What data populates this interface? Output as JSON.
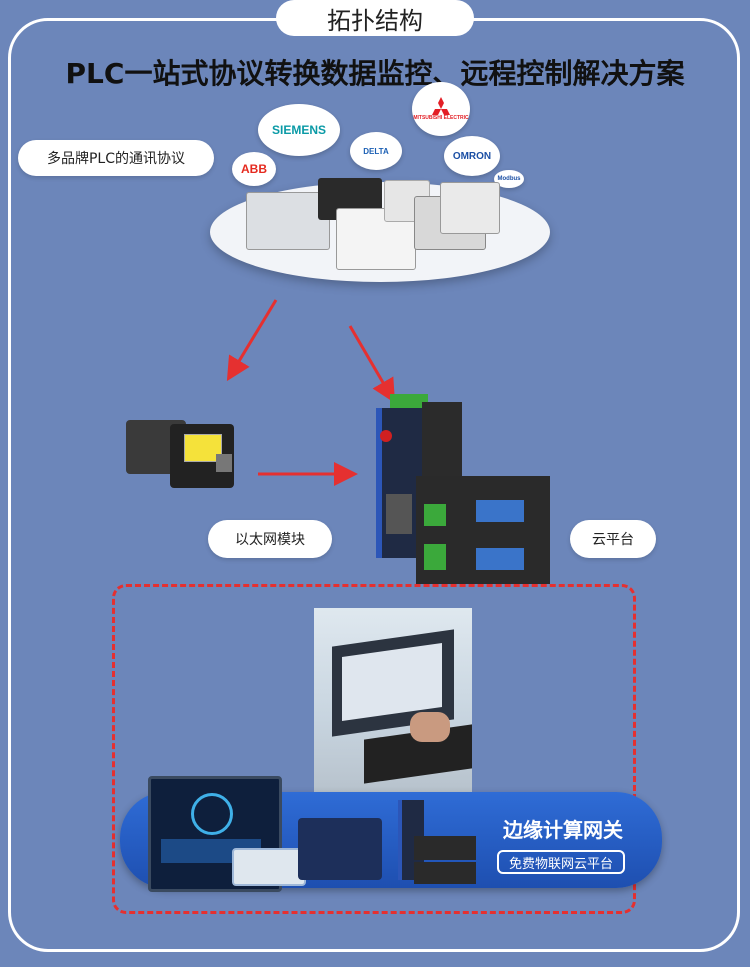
{
  "page": {
    "section_title": "拓扑结构",
    "headline": "PLC一站式协议转换数据监控、远程控制解决方案"
  },
  "bubbles": {
    "plc_brands": "多品牌PLC的通讯协议",
    "ethernet_module": "以太网模块",
    "cloud_platform": "云平台"
  },
  "brand_clouds": {
    "abb": "ABB",
    "siemens": "SIEMENS",
    "delta": "DELTA",
    "mitsubishi": "MITSUBISHI ELECTRIC",
    "omron": "OMRON",
    "modbus": "Modbus"
  },
  "banner": {
    "title": "边缘计算网关",
    "button": "免费物联网云平台"
  },
  "colors": {
    "background": "#6c86ba",
    "arrow": "#e53030",
    "frame": "#ffffff",
    "banner": "#2f6cd6"
  }
}
